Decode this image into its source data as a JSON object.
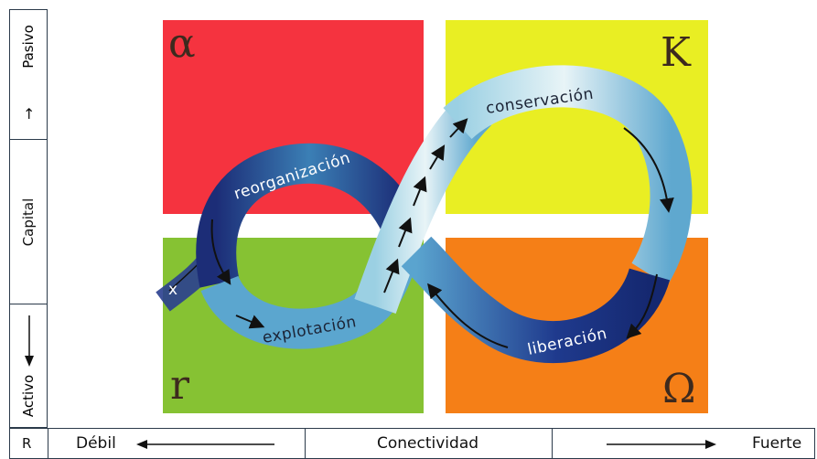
{
  "left_axis": {
    "top_label": "Pasivo",
    "middle_label": "Capital",
    "bottom_label": "Activo"
  },
  "bottom_axis": {
    "corner_label": "R",
    "left_label": "Débil",
    "center_label": "Conectividad",
    "right_label": "Fuerte"
  },
  "quadrants": {
    "alpha": {
      "symbol": "α",
      "color": "#f5333f"
    },
    "k": {
      "symbol": "K",
      "color": "#e9ee23"
    },
    "r": {
      "symbol": "r",
      "color": "#86c233"
    },
    "omega": {
      "symbol": "Ω",
      "color": "#f57f17"
    }
  },
  "loop": {
    "conservation": "conservación",
    "reorganization": "reorganización",
    "exploitation": "explotación",
    "release": "liberación",
    "exit_marker": "x"
  }
}
